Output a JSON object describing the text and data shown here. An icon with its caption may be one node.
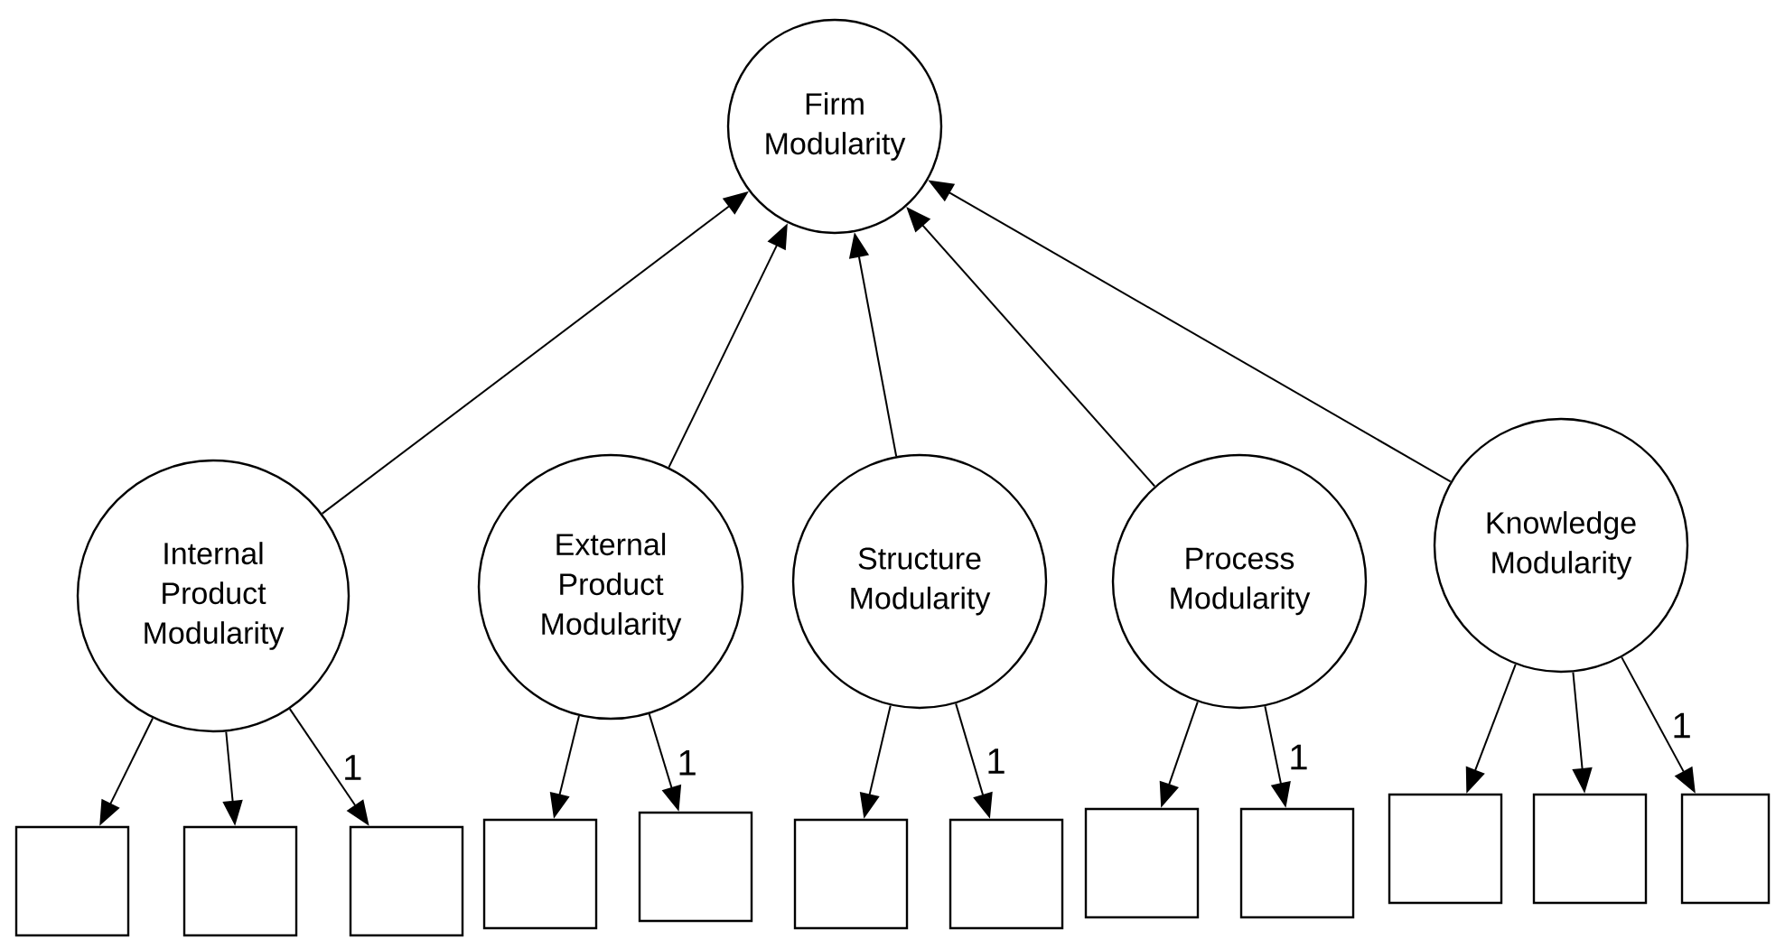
{
  "diagram": {
    "nodes": [
      {
        "text": [
          "Firm Modularity"
        ]
      },
      {
        "text": [
          "Internal Product Modularity"
        ]
      },
      {
        "text": [
          "External Product Modularity"
        ]
      },
      {
        "text": [
          "Structure Modularity"
        ]
      },
      {
        "text": [
          "Process Modularity"
        ]
      },
      {
        "text": [
          "Knowledge Modularity"
        ]
      },
      {
        "text": [],
        "shape": "box"
      },
      {
        "text": [],
        "shape": "box"
      },
      {
        "text": [],
        "shape": "box"
      },
      {
        "text": [],
        "shape": "box"
      },
      {
        "text": [],
        "shape": "box"
      },
      {
        "text": [],
        "shape": "box"
      },
      {
        "text": [],
        "shape": "box"
      },
      {
        "text": [],
        "shape": "box"
      },
      {
        "text": [],
        "shape": "box"
      },
      {
        "text": [],
        "shape": "box"
      },
      {
        "text": [],
        "shape": "box"
      },
      {
        "text": [],
        "shape": "box"
      }
    ],
    "edges": [
      {
        "from": 1,
        "to": 0,
        "arrow": "to"
      },
      {
        "from": 2,
        "to": 0,
        "arrow": "to"
      },
      {
        "from": 3,
        "to": 0,
        "arrow": "to"
      },
      {
        "from": 4,
        "to": 0,
        "arrow": "to"
      },
      {
        "from": 5,
        "to": 0,
        "arrow": "to"
      },
      {
        "from": 1,
        "to": 6,
        "arrow": "to"
      },
      {
        "from": 1,
        "to": 7,
        "arrow": "to"
      },
      {
        "from": 1,
        "to": 8,
        "arrow": "to",
        "label": "1"
      },
      {
        "from": 2,
        "to": 9,
        "arrow": "to"
      },
      {
        "from": 2,
        "to": 10,
        "arrow": "to",
        "label": "1"
      },
      {
        "from": 3,
        "to": 11,
        "arrow": "to"
      },
      {
        "from": 3,
        "to": 12,
        "arrow": "to",
        "label": "1"
      },
      {
        "from": 4,
        "to": 13,
        "arrow": "to"
      },
      {
        "from": 4,
        "to": 14,
        "arrow": "to",
        "label": "1"
      },
      {
        "from": 5,
        "to": 15,
        "arrow": "to"
      },
      {
        "from": 5,
        "to": 16,
        "arrow": "to"
      },
      {
        "from": 5,
        "to": 17,
        "arrow": "to",
        "label": "1"
      }
    ]
  }
}
